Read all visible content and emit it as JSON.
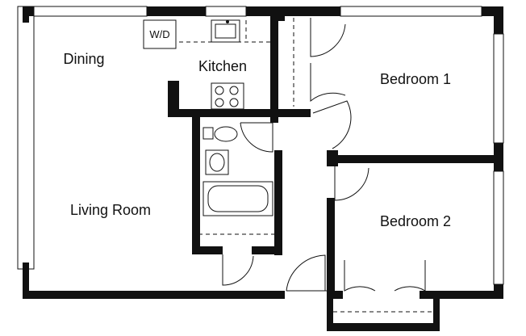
{
  "rooms": {
    "dining": "Dining",
    "kitchen": "Kitchen",
    "living": "Living Room",
    "bedroom1": "Bedroom 1",
    "bedroom2": "Bedroom 2"
  },
  "fixtures": {
    "washer_dryer": "W/D"
  }
}
